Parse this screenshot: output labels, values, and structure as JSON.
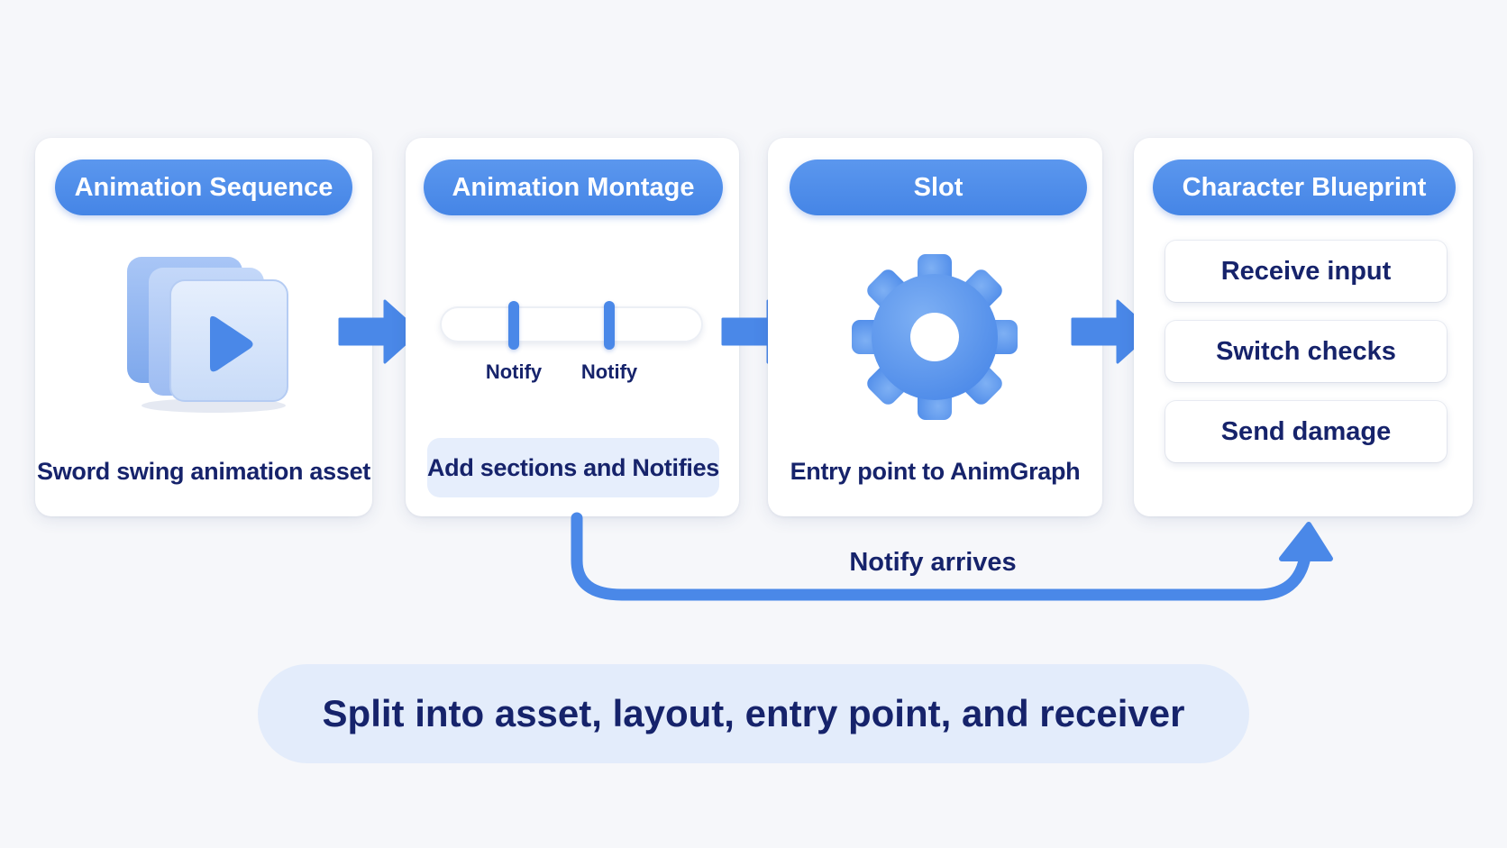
{
  "colors": {
    "accent": "#4a88e8",
    "text": "#16236b",
    "card": "#ffffff",
    "chip": "#e6eefc",
    "background": "#f6f7fa"
  },
  "steps": [
    {
      "title": "Animation Sequence",
      "icon": "video-clips-icon",
      "caption": "Sword swing animation asset"
    },
    {
      "title": "Animation Montage",
      "icon": "timeline-icon",
      "markers": [
        "Notify",
        "Notify"
      ],
      "caption": "Add sections and Notifies"
    },
    {
      "title": "Slot",
      "icon": "gear-icon",
      "caption": "Entry point to AnimGraph"
    },
    {
      "title": "Character Blueprint",
      "actions": [
        "Receive input",
        "Switch checks",
        "Send damage"
      ]
    }
  ],
  "return_flow": {
    "label": "Notify arrives"
  },
  "summary": "Split into asset, layout, entry point, and receiver"
}
